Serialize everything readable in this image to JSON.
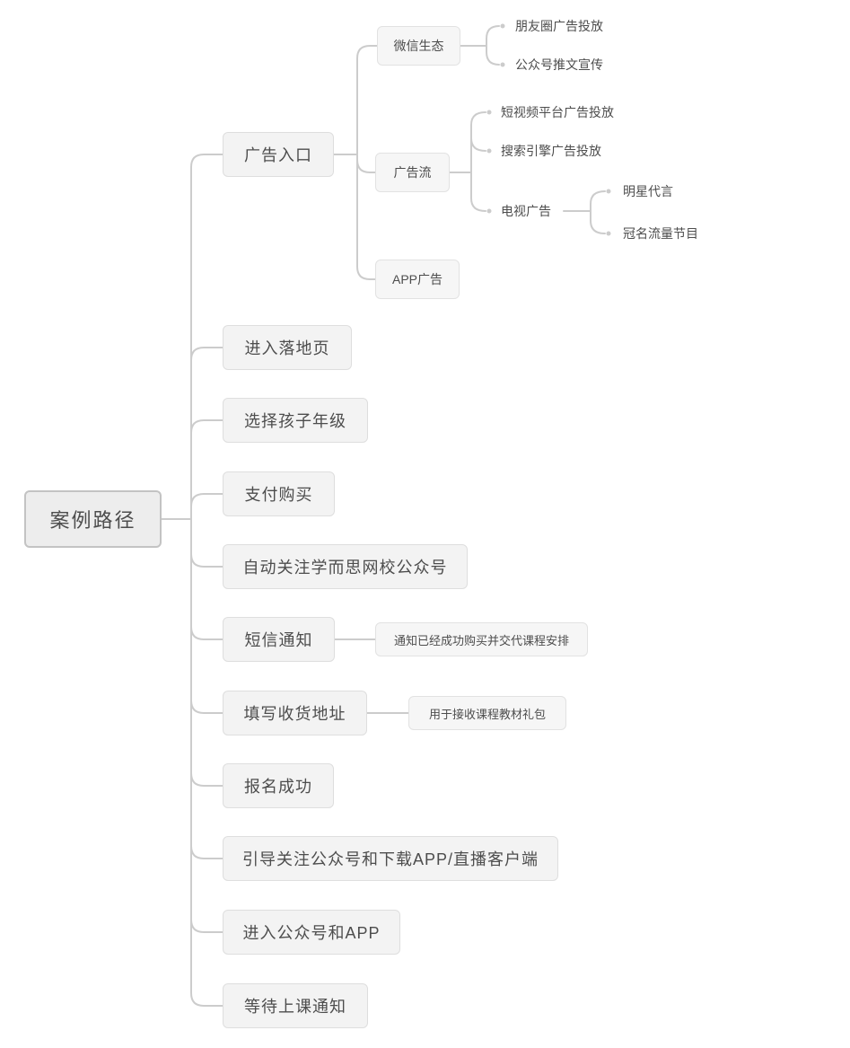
{
  "palette": {
    "root_fill": "#ededed",
    "root_border": "#c3c3c3",
    "node_fill": "#f3f3f3",
    "node_border": "#dedede",
    "sub_fill": "#f6f6f6",
    "sub_border": "#e2e2e2",
    "line": "#cccccc",
    "text": "#4d4d4d"
  },
  "tree": {
    "label": "案例路径",
    "children": [
      {
        "label": "广告入口",
        "children": [
          {
            "label": "微信生态",
            "children": [
              {
                "label": "朋友圈广告投放"
              },
              {
                "label": "公众号推文宣传"
              }
            ]
          },
          {
            "label": "广告流",
            "children": [
              {
                "label": "短视频平台广告投放"
              },
              {
                "label": "搜索引擎广告投放"
              },
              {
                "label": "电视广告",
                "children": [
                  {
                    "label": "明星代言"
                  },
                  {
                    "label": "冠名流量节目"
                  }
                ]
              }
            ]
          },
          {
            "label": "APP广告"
          }
        ]
      },
      {
        "label": "进入落地页"
      },
      {
        "label": "选择孩子年级"
      },
      {
        "label": "支付购买"
      },
      {
        "label": "自动关注学而思网校公众号"
      },
      {
        "label": "短信通知",
        "children": [
          {
            "label": "通知已经成功购买并交代课程安排"
          }
        ]
      },
      {
        "label": "填写收货地址",
        "children": [
          {
            "label": "用于接收课程教材礼包"
          }
        ]
      },
      {
        "label": "报名成功"
      },
      {
        "label": "引导关注公众号和下载APP/直播客户端"
      },
      {
        "label": "进入公众号和APP"
      },
      {
        "label": "等待上课通知"
      }
    ]
  }
}
